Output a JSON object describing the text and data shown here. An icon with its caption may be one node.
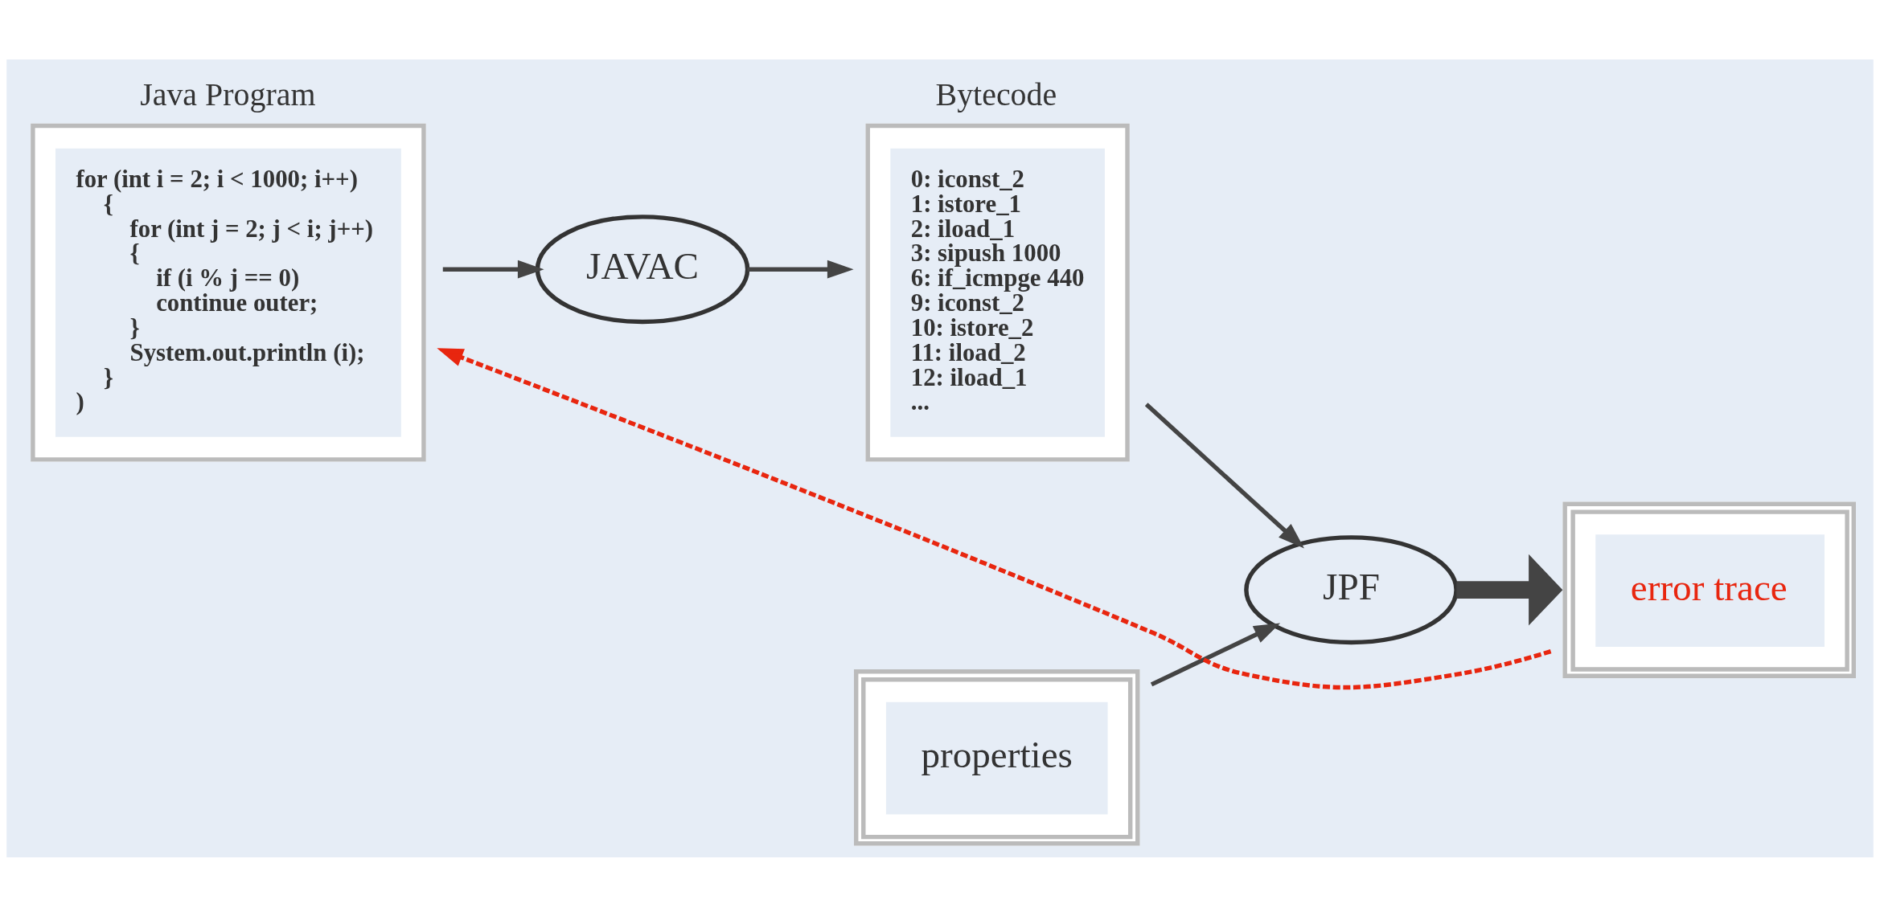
{
  "diagram": {
    "nodes": [
      {
        "text": [
          "Java Program",
          "for (int i = 2; i < 1000; i++)",
          "{",
          "for (int j = 2; j < i; j++)",
          "{",
          "if (i % j == 0)",
          "continue outer;",
          "}",
          "System.out.println (i);",
          "}",
          ")"
        ]
      },
      {
        "text": [
          "JAVAC"
        ]
      },
      {
        "text": [
          "Bytecode",
          "0: iconst_2",
          "1: istore_1",
          "2: iload_1",
          "3: sipush 1000",
          "6: if_icmpge 440",
          "9: iconst_2",
          "10: istore_2",
          "11: iload_2",
          "12: iload_1",
          "..."
        ]
      },
      {
        "text": [
          "JPF"
        ]
      },
      {
        "text": [
          "properties"
        ]
      },
      {
        "text": [
          "error trace"
        ]
      }
    ],
    "edges": [
      {
        "from": 0,
        "to": 1,
        "arrow": "to"
      },
      {
        "from": 1,
        "to": 2,
        "arrow": "to"
      },
      {
        "from": 2,
        "to": 3,
        "arrow": "to"
      },
      {
        "from": 4,
        "to": 3,
        "arrow": "to"
      },
      {
        "from": 3,
        "to": 5,
        "arrow": "to",
        "style": "thick"
      },
      {
        "from": 5,
        "to": 0,
        "arrow": "to",
        "style": "dashed",
        "color": "#e8260f"
      }
    ]
  }
}
